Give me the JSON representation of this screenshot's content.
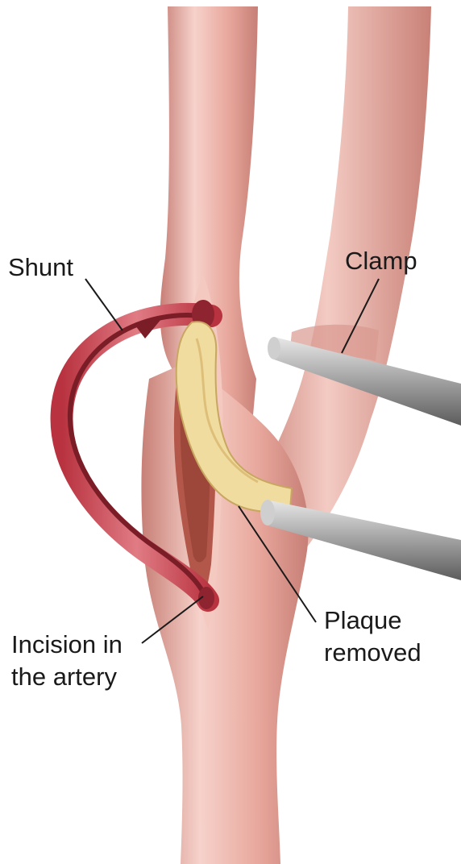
{
  "labels": {
    "shunt": "Shunt",
    "clamp": "Clamp",
    "incision_line1": "Incision in",
    "incision_line2": "the artery",
    "plaque_line1": "Plaque",
    "plaque_line2": "removed"
  },
  "colors": {
    "artery_fill": "#e8a79c",
    "artery_shade": "#c77f76",
    "artery_highlight": "#f6d2cb",
    "shunt_fill": "#cf4b57",
    "shunt_inner": "#7a1d26",
    "plaque": "#f1dca0",
    "clamp": "#9a9a9a",
    "label_text": "#1a1a1a"
  }
}
